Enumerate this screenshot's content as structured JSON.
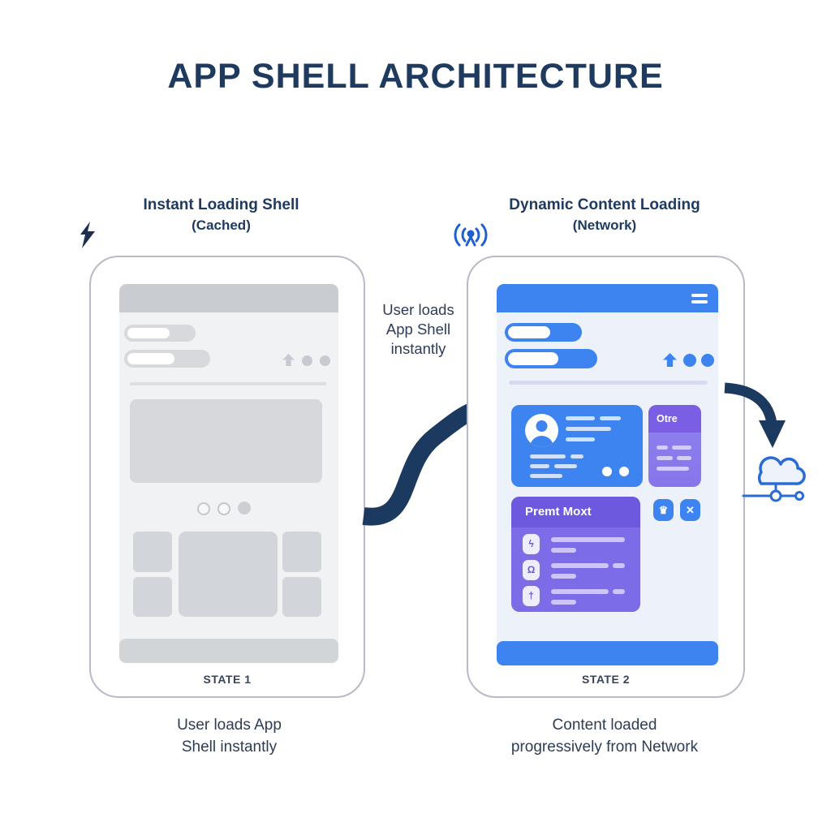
{
  "title": "APP SHELL ARCHITECTURE",
  "left_panel": {
    "heading": "Instant Loading Shell",
    "subheading": "(Cached)",
    "icon": "lightning-icon",
    "state_label": "STATE 1",
    "caption_line1": "User loads App",
    "caption_line2": "Shell instantly"
  },
  "middle_note": {
    "line1": "User loads",
    "line2": "App Shell",
    "line3": "instantly"
  },
  "right_panel": {
    "heading": "Dynamic Content Loading",
    "subheading": "(Network)",
    "icon": "broadcast-icon",
    "state_label": "STATE 2",
    "caption_line1": "Content loaded",
    "caption_line2": "progressively from Network",
    "side_card_title": "Otre",
    "list_card_title": "Premt Moxt",
    "list_icons": [
      "ϟ",
      "Ω",
      "†"
    ],
    "badge_button_glyph": "♛",
    "close_button_glyph": "✕"
  },
  "colors": {
    "navy_title": "#1e3a5f",
    "arrow_navy": "#1c3a60",
    "accent_blue": "#3d84f0",
    "purple_body": "#7d6ce8",
    "purple_header": "#6d59dd",
    "side_purple_header": "#7a5ee3",
    "cloud_outline_blue": "#2b6cd4",
    "gray_fill": "#d2d5d9",
    "screen_gray": "#f1f2f4",
    "screen_blue_tint": "#edf1f9"
  }
}
